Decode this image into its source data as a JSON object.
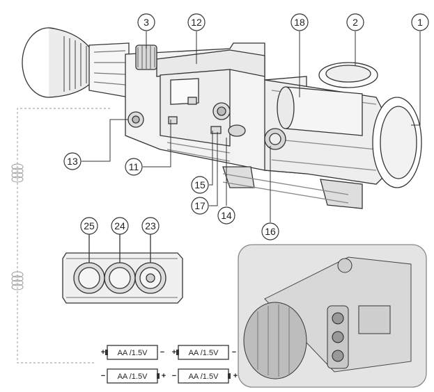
{
  "callouts": {
    "c1": "1",
    "c2": "2",
    "c3": "3",
    "c11": "11",
    "c12": "12",
    "c13": "13",
    "c14": "14",
    "c15": "15",
    "c16": "16",
    "c17": "17",
    "c18": "18",
    "c23": "23",
    "c24": "24",
    "c25": "25"
  },
  "batteries": [
    {
      "label": "AA /1.5V",
      "left_sign": "+",
      "right_sign": "−"
    },
    {
      "label": "AA /1.5V",
      "left_sign": "+",
      "right_sign": "−"
    },
    {
      "label": "AA /1.5V",
      "left_sign": "−",
      "right_sign": "+"
    },
    {
      "label": "AA /1.5V",
      "left_sign": "−",
      "right_sign": "+"
    }
  ]
}
